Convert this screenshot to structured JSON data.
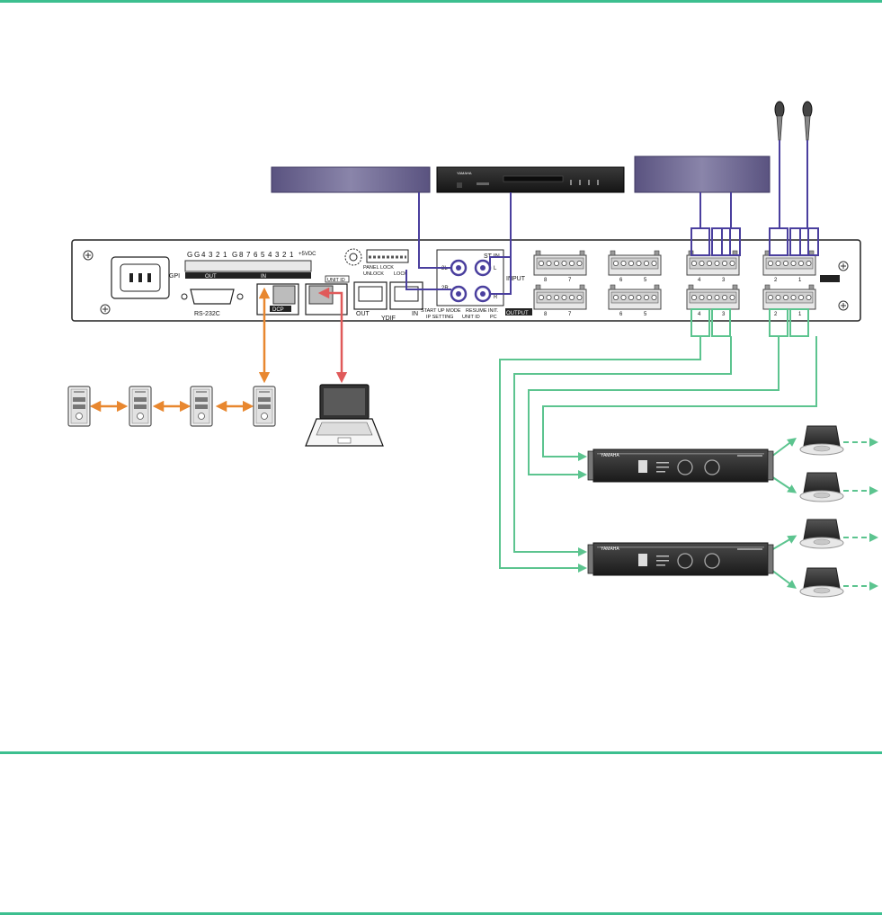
{
  "colors": {
    "rule": "#3cbf8f",
    "analog_in": "#4a3f9e",
    "analog_out": "#5cc48f",
    "dcp_link": "#e8872f",
    "pc_link": "#e05a5a"
  },
  "device": {
    "gpi_label": "GPI",
    "gpi_out_label": "OUT",
    "gpi_in_label": "IN",
    "gpi_dc_label": "+5VDC",
    "gpi_out_pins": [
      "G",
      "G",
      "4",
      "3",
      "2",
      "1"
    ],
    "gpi_in_pins": [
      "G",
      "8",
      "7",
      "6",
      "5",
      "4",
      "3",
      "2",
      "1"
    ],
    "rs232c_label": "RS-232C",
    "dcp_label": "DCP",
    "unit_id_label": "UNIT ID",
    "ydif_label": "YDIF",
    "ydif_out": "OUT",
    "ydif_in": "IN",
    "panel_lock_label": "PANEL LOCK",
    "unlock_label": "UNLOCK",
    "lock_label": "LOCK",
    "st_in_label": "ST IN",
    "st_in_l": "L",
    "st_in_r": "R",
    "st_in_2l": "2L",
    "st_in_2r": "2R",
    "input_label": "INPUT",
    "output_label": "OUTPUT",
    "startup_mode": "START UP MODE",
    "resume_label": "RESUME",
    "init_label": "INIT.",
    "ip_setting": "IP SETTING",
    "unit_id_mode": "UNIT ID",
    "pc_label": "PC",
    "input_channels": [
      "8",
      "7",
      "6",
      "5",
      "4",
      "3",
      "2",
      "1"
    ],
    "output_channels": [
      "8",
      "7",
      "6",
      "5",
      "4",
      "3",
      "2",
      "1"
    ]
  },
  "cd_player": {
    "brand": "YAMAHA"
  },
  "amplifiers": [
    {
      "brand": "YAMAHA"
    },
    {
      "brand": "YAMAHA"
    }
  ],
  "icons": {
    "wall_controller": "wall-panel-icon",
    "laptop": "laptop-icon",
    "microphone": "microphone-icon",
    "speaker": "ceiling-speaker-icon",
    "power_inlet": "ac-inlet-icon"
  }
}
